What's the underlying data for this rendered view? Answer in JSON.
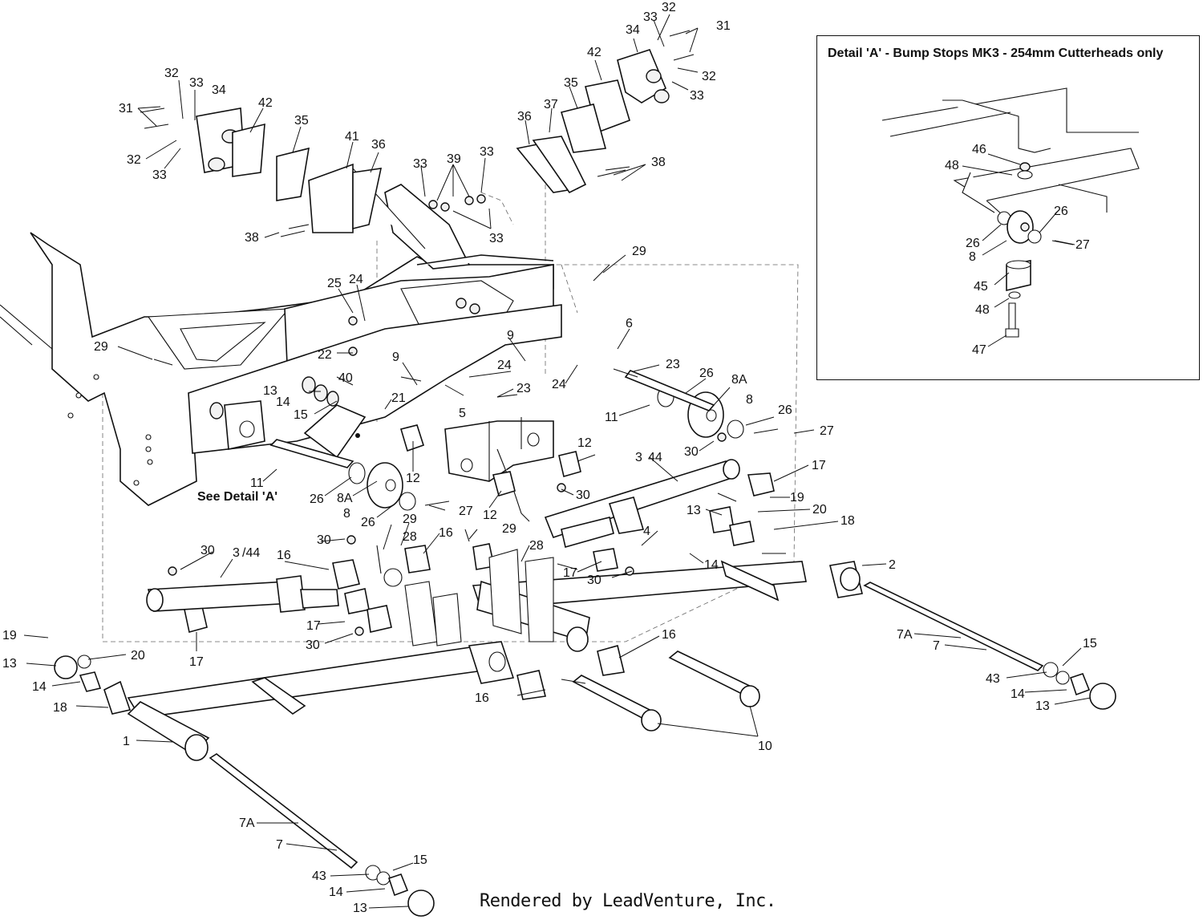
{
  "detail_title": "Detail 'A' - Bump Stops MK3 - 254mm Cutterheads only",
  "see_detail": "See Detail 'A'",
  "credit": "Rendered by LeadVenture, Inc.",
  "callouts": [
    {
      "t": "32"
    },
    {
      "t": "33"
    },
    {
      "t": "34"
    },
    {
      "t": "31"
    },
    {
      "t": "32"
    },
    {
      "t": "33"
    },
    {
      "t": "42"
    },
    {
      "t": "35"
    },
    {
      "t": "34"
    },
    {
      "t": "33"
    },
    {
      "t": "32"
    },
    {
      "t": "31"
    },
    {
      "t": "32"
    },
    {
      "t": "33"
    },
    {
      "t": "42"
    },
    {
      "t": "35"
    },
    {
      "t": "41"
    },
    {
      "t": "36"
    },
    {
      "t": "38"
    },
    {
      "t": "33"
    },
    {
      "t": "39"
    },
    {
      "t": "33"
    },
    {
      "t": "33"
    },
    {
      "t": "36"
    },
    {
      "t": "37"
    },
    {
      "t": "38"
    },
    {
      "t": "29"
    },
    {
      "t": "25"
    },
    {
      "t": "24"
    },
    {
      "t": "9"
    },
    {
      "t": "6"
    },
    {
      "t": "29"
    },
    {
      "t": "22"
    },
    {
      "t": "9"
    },
    {
      "t": "24"
    },
    {
      "t": "23"
    },
    {
      "t": "40"
    },
    {
      "t": "13"
    },
    {
      "t": "14"
    },
    {
      "t": "15"
    },
    {
      "t": "21"
    },
    {
      "t": "5"
    },
    {
      "t": "23"
    },
    {
      "t": "24"
    },
    {
      "t": "26"
    },
    {
      "t": "8A"
    },
    {
      "t": "8"
    },
    {
      "t": "11"
    },
    {
      "t": "26"
    },
    {
      "t": "27"
    },
    {
      "t": "30"
    },
    {
      "t": "12"
    },
    {
      "t": "3"
    },
    {
      "t": "44"
    },
    {
      "t": "17"
    },
    {
      "t": "12"
    },
    {
      "t": "11"
    },
    {
      "t": "26"
    },
    {
      "t": "8A"
    },
    {
      "t": "8"
    },
    {
      "t": "26"
    },
    {
      "t": "29"
    },
    {
      "t": "27"
    },
    {
      "t": "12"
    },
    {
      "t": "30"
    },
    {
      "t": "19"
    },
    {
      "t": "13"
    },
    {
      "t": "20"
    },
    {
      "t": "18"
    },
    {
      "t": "4"
    },
    {
      "t": "28"
    },
    {
      "t": "16"
    },
    {
      "t": "29"
    },
    {
      "t": "28"
    },
    {
      "t": "30"
    },
    {
      "t": "30"
    },
    {
      "t": "3"
    },
    {
      "t": "/44"
    },
    {
      "t": "16"
    },
    {
      "t": "17"
    },
    {
      "t": "30"
    },
    {
      "t": "14"
    },
    {
      "t": "2"
    },
    {
      "t": "17"
    },
    {
      "t": "30"
    },
    {
      "t": "19"
    },
    {
      "t": "13"
    },
    {
      "t": "20"
    },
    {
      "t": "14"
    },
    {
      "t": "18"
    },
    {
      "t": "17"
    },
    {
      "t": "16"
    },
    {
      "t": "7A"
    },
    {
      "t": "7"
    },
    {
      "t": "15"
    },
    {
      "t": "43"
    },
    {
      "t": "14"
    },
    {
      "t": "13"
    },
    {
      "t": "16"
    },
    {
      "t": "1"
    },
    {
      "t": "10"
    },
    {
      "t": "7A"
    },
    {
      "t": "7"
    },
    {
      "t": "15"
    },
    {
      "t": "43"
    },
    {
      "t": "14"
    },
    {
      "t": "13"
    },
    {
      "t": "46"
    },
    {
      "t": "48"
    },
    {
      "t": "26"
    },
    {
      "t": "26"
    },
    {
      "t": "27"
    },
    {
      "t": "8"
    },
    {
      "t": "45"
    },
    {
      "t": "48"
    },
    {
      "t": "47"
    }
  ]
}
